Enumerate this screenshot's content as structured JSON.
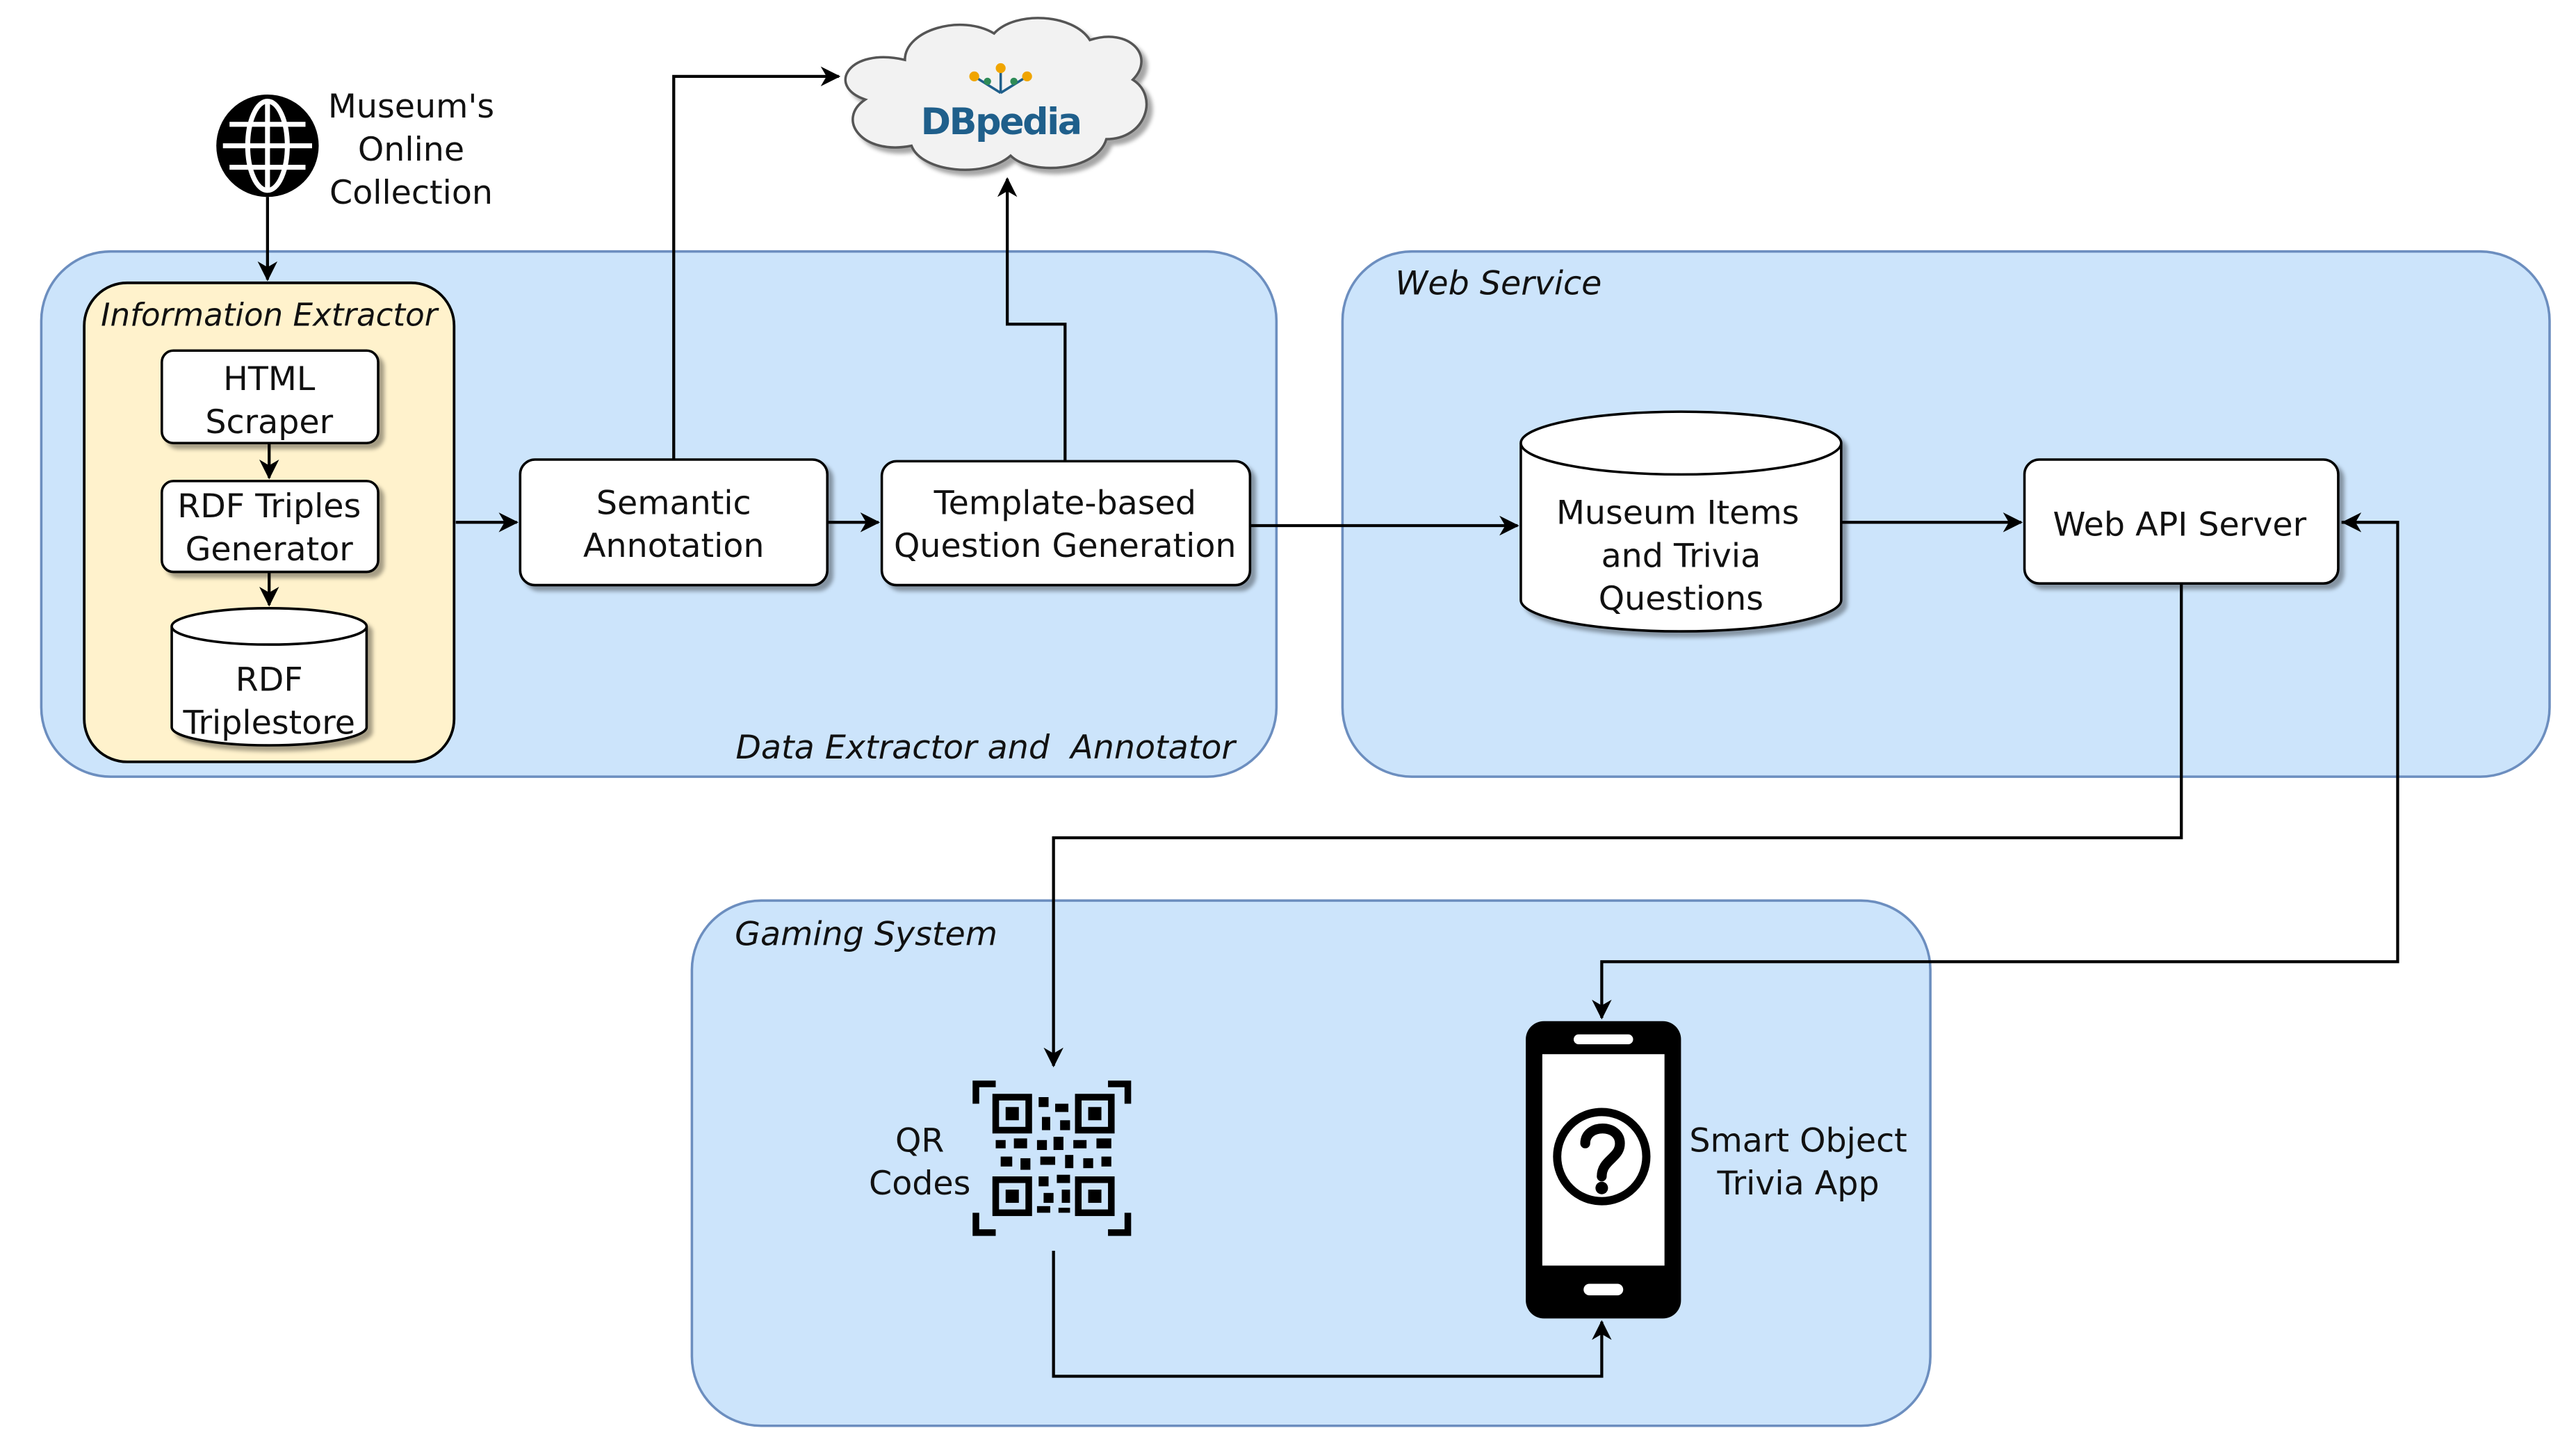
{
  "museum_collection": {
    "line1": "Museum's",
    "line2": "Online",
    "line3": "Collection"
  },
  "groups": {
    "data_extractor": "Data Extractor and  Annotator",
    "information_extractor": "Information Extractor",
    "web_service": "Web Service",
    "gaming_system": "Gaming System"
  },
  "nodes": {
    "html_scraper": {
      "line1": "HTML",
      "line2": "Scraper"
    },
    "rdf_triples_generator": {
      "line1": "RDF Triples",
      "line2": "Generator"
    },
    "rdf_triplestore": {
      "line1": "RDF",
      "line2": "Triplestore"
    },
    "semantic_annotation": {
      "line1": "Semantic",
      "line2": "Annotation"
    },
    "question_generation": {
      "line1": "Template-based",
      "line2": "Question Generation"
    },
    "dbpedia": "DBpedia",
    "museum_items_db": {
      "line1": "Museum Items",
      "line2": "and Trivia",
      "line3": "Questions"
    },
    "web_api_server": "Web API Server",
    "qr_codes": {
      "line1": "QR",
      "line2": "Codes"
    },
    "trivia_app": {
      "line1": "Smart Object",
      "line2": "Trivia App"
    }
  },
  "icons": [
    "globe-icon",
    "cloud-icon",
    "dbpedia-logo",
    "database-icon",
    "qr-code-icon",
    "smartphone-icon",
    "question-icon"
  ],
  "colors": {
    "group_fill": "#cce4fb",
    "group_stroke": "#6c8ebf",
    "extractor_fill": "#fff2cc",
    "box_fill": "#ffffff",
    "line": "#000000",
    "dbpedia_text": "#1f5f8b",
    "dbpedia_dots": "#f0a500"
  }
}
